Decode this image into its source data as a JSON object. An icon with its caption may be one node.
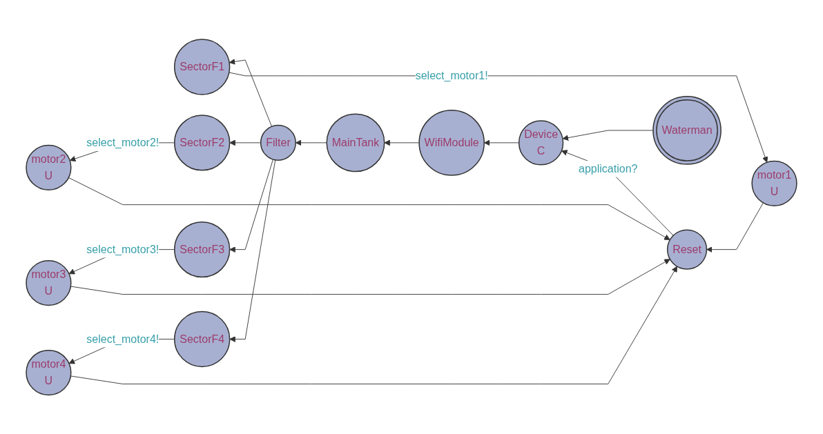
{
  "diagram": {
    "nodes": [
      {
        "text": [
          "motor1",
          "U"
        ]
      },
      {
        "text": [
          "SectorF1"
        ]
      },
      {
        "text": [
          "motor2",
          "U"
        ]
      },
      {
        "text": [
          "SectorF2"
        ]
      },
      {
        "text": [
          "Filter"
        ]
      },
      {
        "text": [
          "Reset"
        ]
      },
      {
        "text": [
          "motor3",
          "U"
        ]
      },
      {
        "text": [
          "SectorF3"
        ]
      },
      {
        "text": [
          "MainTank"
        ]
      },
      {
        "text": [
          "motor4",
          "U"
        ]
      },
      {
        "text": [
          "SectorF4"
        ]
      },
      {
        "text": [
          "WifiModule"
        ]
      },
      {
        "text": [
          "Device",
          "C"
        ]
      },
      {
        "text": [
          "Waterman"
        ]
      }
    ],
    "edges": [
      {
        "from": 13,
        "to": 12,
        "arrow": "to"
      },
      {
        "from": 12,
        "to": 11,
        "arrow": "to"
      },
      {
        "from": 11,
        "to": 8,
        "arrow": "to"
      },
      {
        "from": 8,
        "to": 4,
        "arrow": "to"
      },
      {
        "from": 4,
        "to": 1,
        "arrow": "to"
      },
      {
        "from": 4,
        "to": 3,
        "arrow": "to"
      },
      {
        "from": 4,
        "to": 7,
        "arrow": "to"
      },
      {
        "from": 4,
        "to": 10,
        "arrow": "to"
      },
      {
        "from": 1,
        "to": 0,
        "arrow": "to",
        "label": "select_motor1!"
      },
      {
        "from": 3,
        "to": 2,
        "arrow": "to",
        "label": "select_motor2!"
      },
      {
        "from": 7,
        "to": 6,
        "arrow": "to",
        "label": "select_motor3!"
      },
      {
        "from": 10,
        "to": 9,
        "arrow": "to",
        "label": "select_motor4!"
      },
      {
        "from": 0,
        "to": 5,
        "arrow": "to"
      },
      {
        "from": 2,
        "to": 5,
        "arrow": "to"
      },
      {
        "from": 6,
        "to": 5,
        "arrow": "to"
      },
      {
        "from": 9,
        "to": 5,
        "arrow": "to"
      },
      {
        "from": 5,
        "to": 12,
        "arrow": "to",
        "label": "application?"
      }
    ]
  }
}
